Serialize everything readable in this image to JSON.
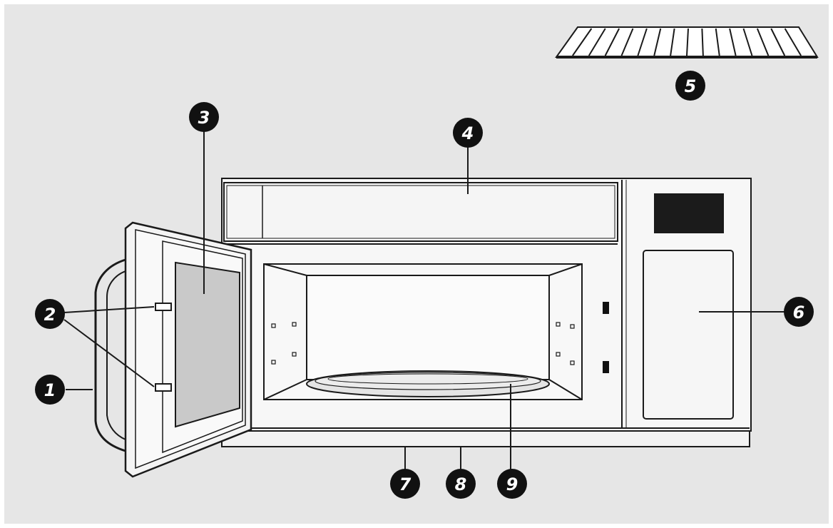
{
  "callouts": [
    {
      "id": "1",
      "label": "1"
    },
    {
      "id": "2",
      "label": "2"
    },
    {
      "id": "3",
      "label": "3"
    },
    {
      "id": "4",
      "label": "4"
    },
    {
      "id": "5",
      "label": "5"
    },
    {
      "id": "6",
      "label": "6"
    },
    {
      "id": "7",
      "label": "7"
    },
    {
      "id": "8",
      "label": "8"
    },
    {
      "id": "9",
      "label": "9"
    }
  ],
  "colors": {
    "background": "#e6e6e6",
    "outline": "#1a1a1a",
    "door_window": "#c9c9c9",
    "display": "#1b1b1b",
    "callout_fill": "#111111"
  }
}
